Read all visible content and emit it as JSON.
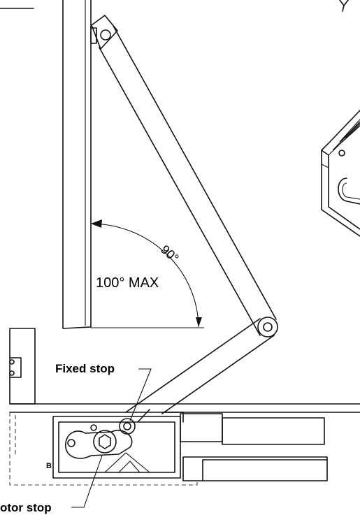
{
  "labels": {
    "angle_90": "90°",
    "angle_max": "100° MAX",
    "fixed_stop": "Fixed stop",
    "rotor_stop": "otor stop",
    "small_mark": "B"
  },
  "colors": {
    "line": "#111111",
    "background": "#ffffff"
  }
}
